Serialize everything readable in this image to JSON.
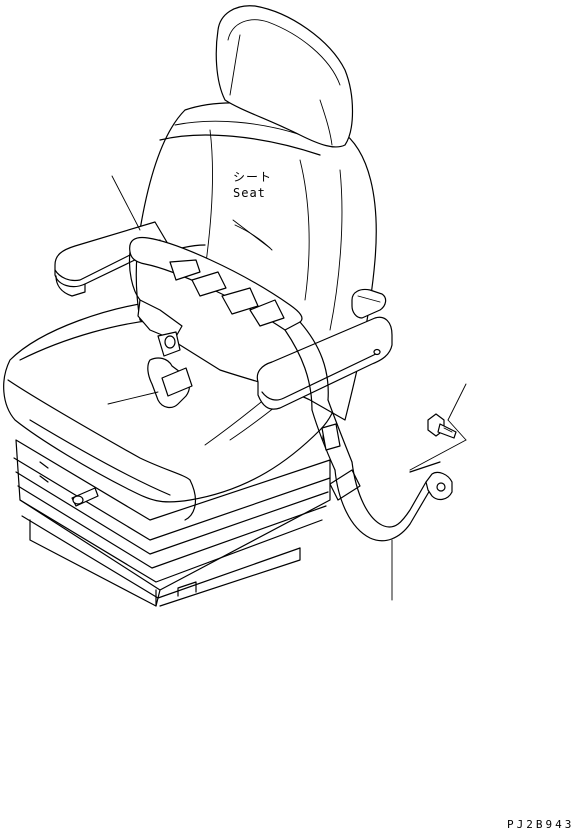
{
  "labels": {
    "seat_jp": "シート",
    "seat_en": "Seat",
    "drawing_code": "PJ2B943"
  },
  "colors": {
    "line": "#000000",
    "background": "#ffffff"
  },
  "components": [
    {
      "icon": "seat-icon"
    },
    {
      "icon": "seat-belt-icon"
    },
    {
      "icon": "mounting-bracket-icon"
    },
    {
      "icon": "bolt-icon"
    }
  ]
}
